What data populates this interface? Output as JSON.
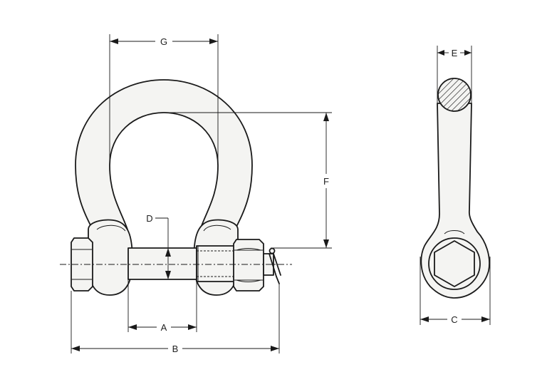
{
  "dimensions": {
    "A": "A",
    "B": "B",
    "C": "C",
    "D": "D",
    "E": "E",
    "F": "F",
    "G": "G"
  },
  "colors": {
    "line": "#1a1a1a",
    "fill": "#f4f4f2",
    "background": "#ffffff"
  }
}
